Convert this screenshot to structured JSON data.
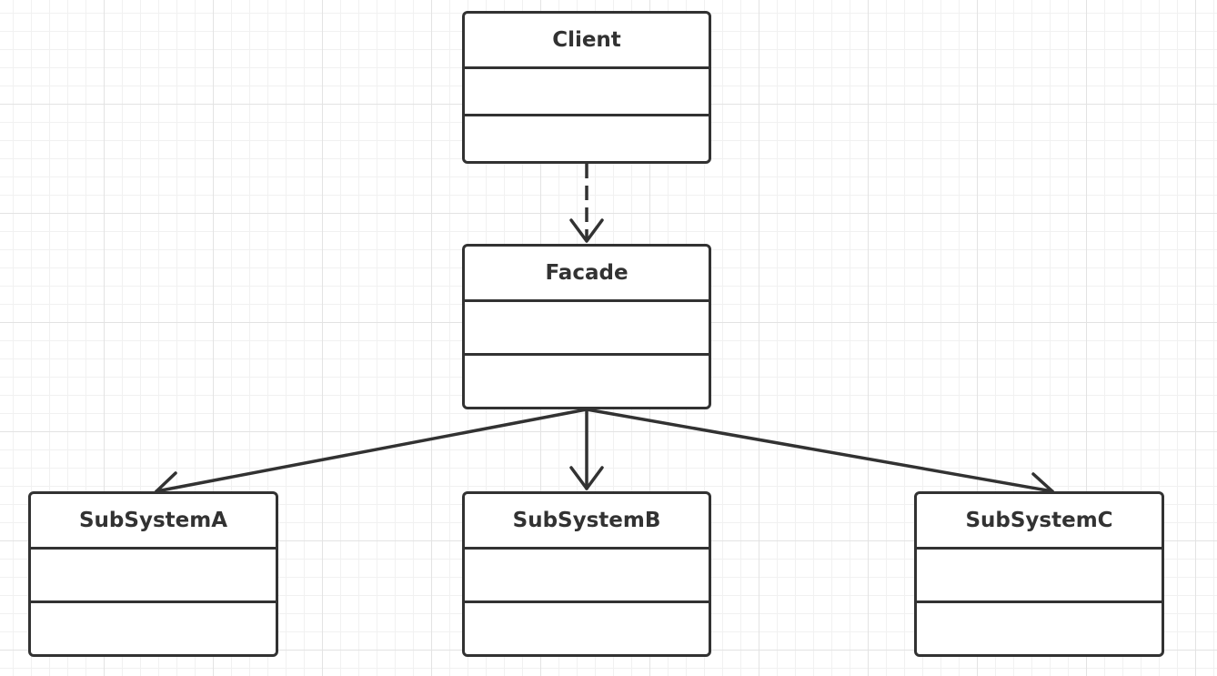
{
  "diagram": {
    "type": "uml-class-diagram",
    "line_color": "#323232",
    "classes": {
      "client": {
        "name": "Client"
      },
      "facade": {
        "name": "Facade"
      },
      "subsystem_a": {
        "name": "SubSystemA"
      },
      "subsystem_b": {
        "name": "SubSystemB"
      },
      "subsystem_c": {
        "name": "SubSystemC"
      }
    },
    "relationships": [
      {
        "from": "Client",
        "to": "Facade",
        "kind": "dependency"
      },
      {
        "from": "Facade",
        "to": "SubSystemA",
        "kind": "association"
      },
      {
        "from": "Facade",
        "to": "SubSystemB",
        "kind": "association"
      },
      {
        "from": "Facade",
        "to": "SubSystemC",
        "kind": "association"
      }
    ]
  }
}
